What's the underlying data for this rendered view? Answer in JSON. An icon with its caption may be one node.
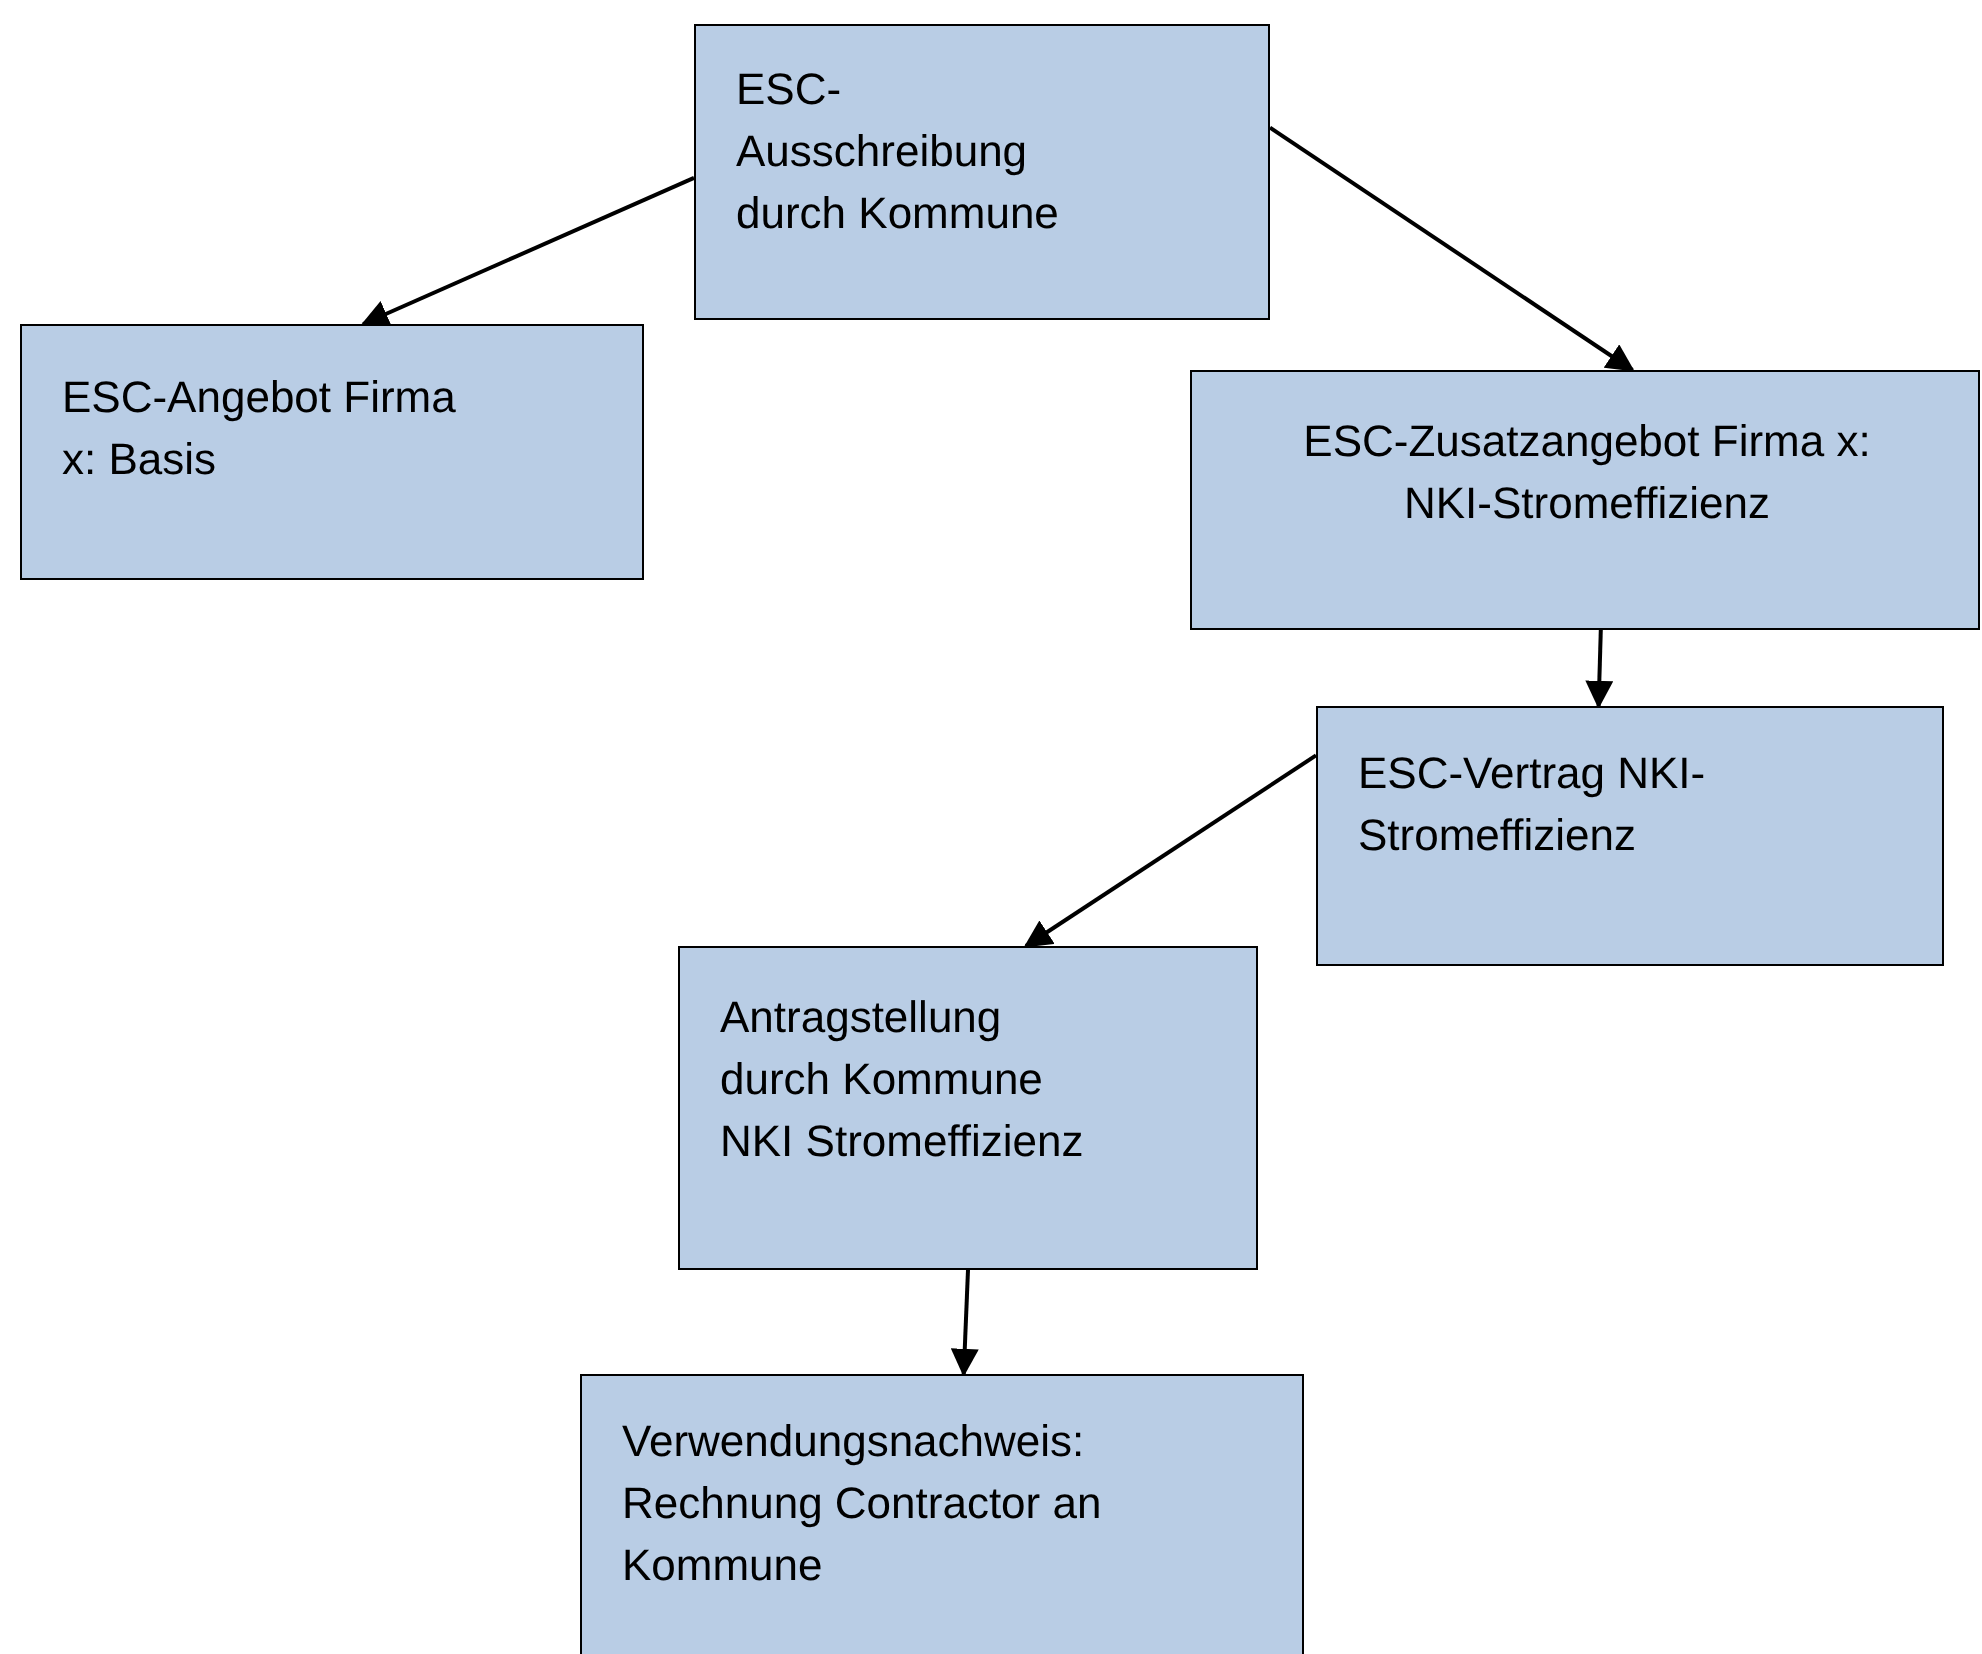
{
  "diagram": {
    "nodes": [
      {
        "text": [
          "ESC-Ausschreibung durch Kommune"
        ]
      },
      {
        "text": [
          "ESC-Angebot Firma x: Basis"
        ]
      },
      {
        "text": [
          "ESC-Zusatzangebot Firma x: NKI-Stromeffizienz"
        ]
      },
      {
        "text": [
          "ESC-Vertrag NKI-Stromeffizienz"
        ]
      },
      {
        "text": [
          "Antragstellung durch Kommune NKI Stromeffizienz"
        ]
      },
      {
        "text": [
          "Verwendungsnachweis: Rechnung Contractor an Kommune"
        ]
      }
    ],
    "edges": [
      {
        "from": 0,
        "to": 1,
        "arrow": "to"
      },
      {
        "from": 0,
        "to": 2,
        "arrow": "to"
      },
      {
        "from": 2,
        "to": 3,
        "arrow": "to"
      },
      {
        "from": 3,
        "to": 4,
        "arrow": "to"
      },
      {
        "from": 4,
        "to": 5,
        "arrow": "to"
      }
    ]
  }
}
